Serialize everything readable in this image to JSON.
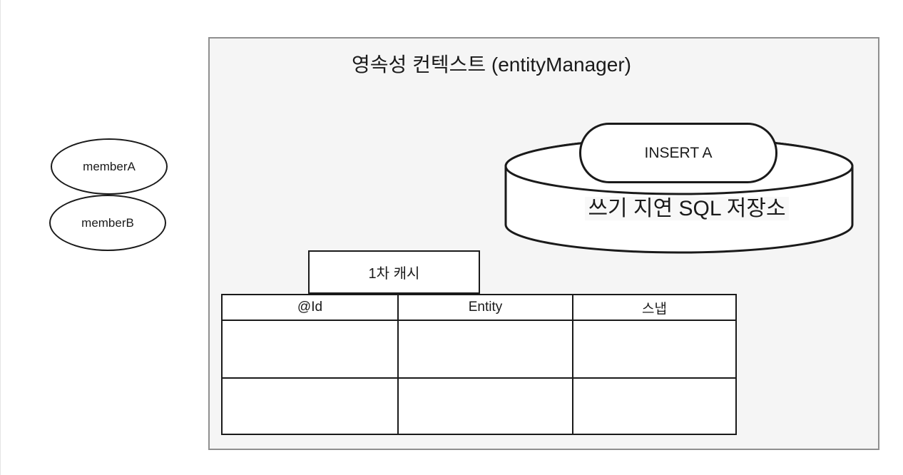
{
  "title": "영속성 컨텍스트 (entityManager)",
  "entities": {
    "member_a": "memberA",
    "member_b": "memberB"
  },
  "sql_store": {
    "name": "쓰기 지연 SQL 저장소",
    "pending_statement": "INSERT A"
  },
  "cache": {
    "name": "1차 캐시",
    "columns": [
      "@Id",
      "Entity",
      "스냅"
    ],
    "rows": [
      [
        "",
        "",
        ""
      ],
      [
        "",
        "",
        ""
      ]
    ]
  },
  "colors": {
    "canvas_bg": "#ffffff",
    "container_fill": "#f5f5f5",
    "container_border": "#8f8f8f",
    "shape_stroke": "#1a1a1a",
    "shape_fill": "#ffffff",
    "text": "#1a1a1a"
  }
}
